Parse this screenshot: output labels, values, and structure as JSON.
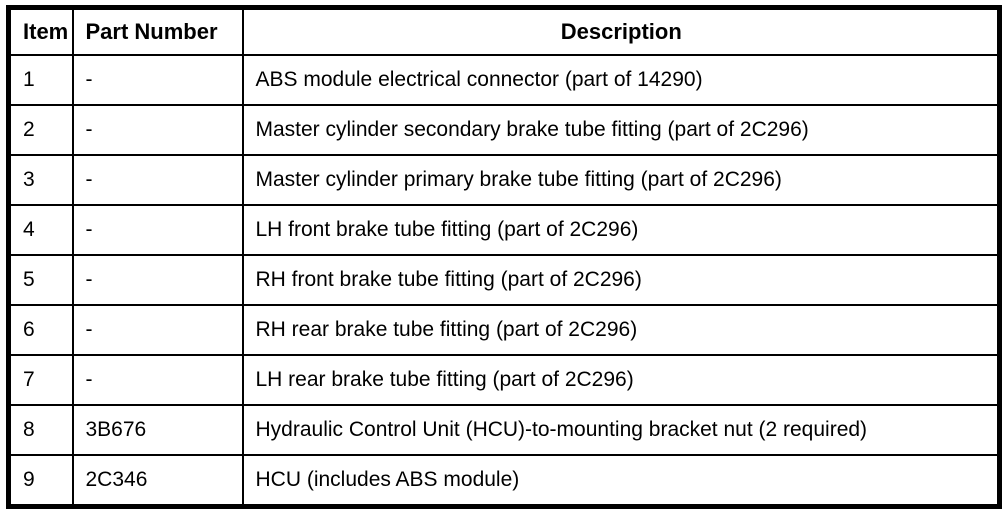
{
  "table": {
    "columns": {
      "item": "Item",
      "part_number": "Part Number",
      "description": "Description"
    },
    "rows": [
      {
        "item": "1",
        "part_number": "-",
        "description": "ABS module electrical connector (part of 14290)"
      },
      {
        "item": "2",
        "part_number": "-",
        "description": "Master cylinder secondary brake tube fitting (part of 2C296)"
      },
      {
        "item": "3",
        "part_number": "-",
        "description": "Master cylinder primary brake tube fitting (part of 2C296)"
      },
      {
        "item": "4",
        "part_number": "-",
        "description": "LH front brake tube fitting (part of 2C296)"
      },
      {
        "item": "5",
        "part_number": "-",
        "description": "RH front brake tube fitting (part of 2C296)"
      },
      {
        "item": "6",
        "part_number": "-",
        "description": "RH rear brake tube fitting (part of 2C296)"
      },
      {
        "item": "7",
        "part_number": "-",
        "description": "LH rear brake tube fitting (part of 2C296)"
      },
      {
        "item": "8",
        "part_number": "3B676",
        "description": "Hydraulic Control Unit (HCU)-to-mounting bracket nut (2 required)"
      },
      {
        "item": "9",
        "part_number": "2C346",
        "description": "HCU (includes ABS module)"
      }
    ],
    "border_color": "#000000",
    "background_color": "#ffffff"
  }
}
